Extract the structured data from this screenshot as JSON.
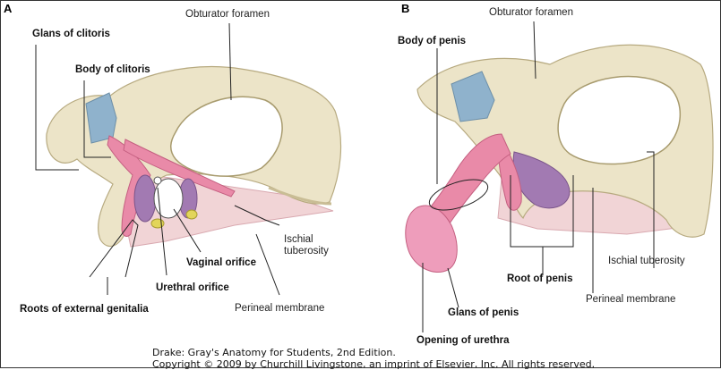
{
  "panels": {
    "a": {
      "letter": "A",
      "labels": {
        "glans_of_clitoris": "Glans of clitoris",
        "body_of_clitoris": "Body of clitoris",
        "obturator_foramen": "Obturator foramen",
        "ischial_tuberosity": "Ischial\ntuberosity",
        "vaginal_orifice": "Vaginal orifice",
        "urethral_orifice": "Urethral orifice",
        "roots_of_external_genitalia": "Roots of external genitalia",
        "perineal_membrane": "Perineal membrane"
      }
    },
    "b": {
      "letter": "B",
      "labels": {
        "obturator_foramen": "Obturator foramen",
        "body_of_penis": "Body of penis",
        "ischial_tuberosity": "Ischial tuberosity",
        "root_of_penis": "Root of penis",
        "perineal_membrane": "Perineal membrane",
        "glans_of_penis": "Glans of penis",
        "opening_of_urethra": "Opening of urethra"
      }
    }
  },
  "credit": {
    "line1": "Drake: Gray's Anatomy for Students, 2nd Edition.",
    "line2": "Copyright © 2009 by Churchill Livingstone, an imprint of Elsevier, Inc. All rights reserved."
  },
  "colors": {
    "bone": "#ece4c8",
    "bone_shadow": "#c9bd95",
    "cartilage": "#8fb2cc",
    "erectile_pink": "#e98aa8",
    "bulb_purple": "#a27ab2",
    "gland_yellow": "#e2d55a",
    "membrane": "#f1d4d6",
    "leader": "#222222"
  }
}
